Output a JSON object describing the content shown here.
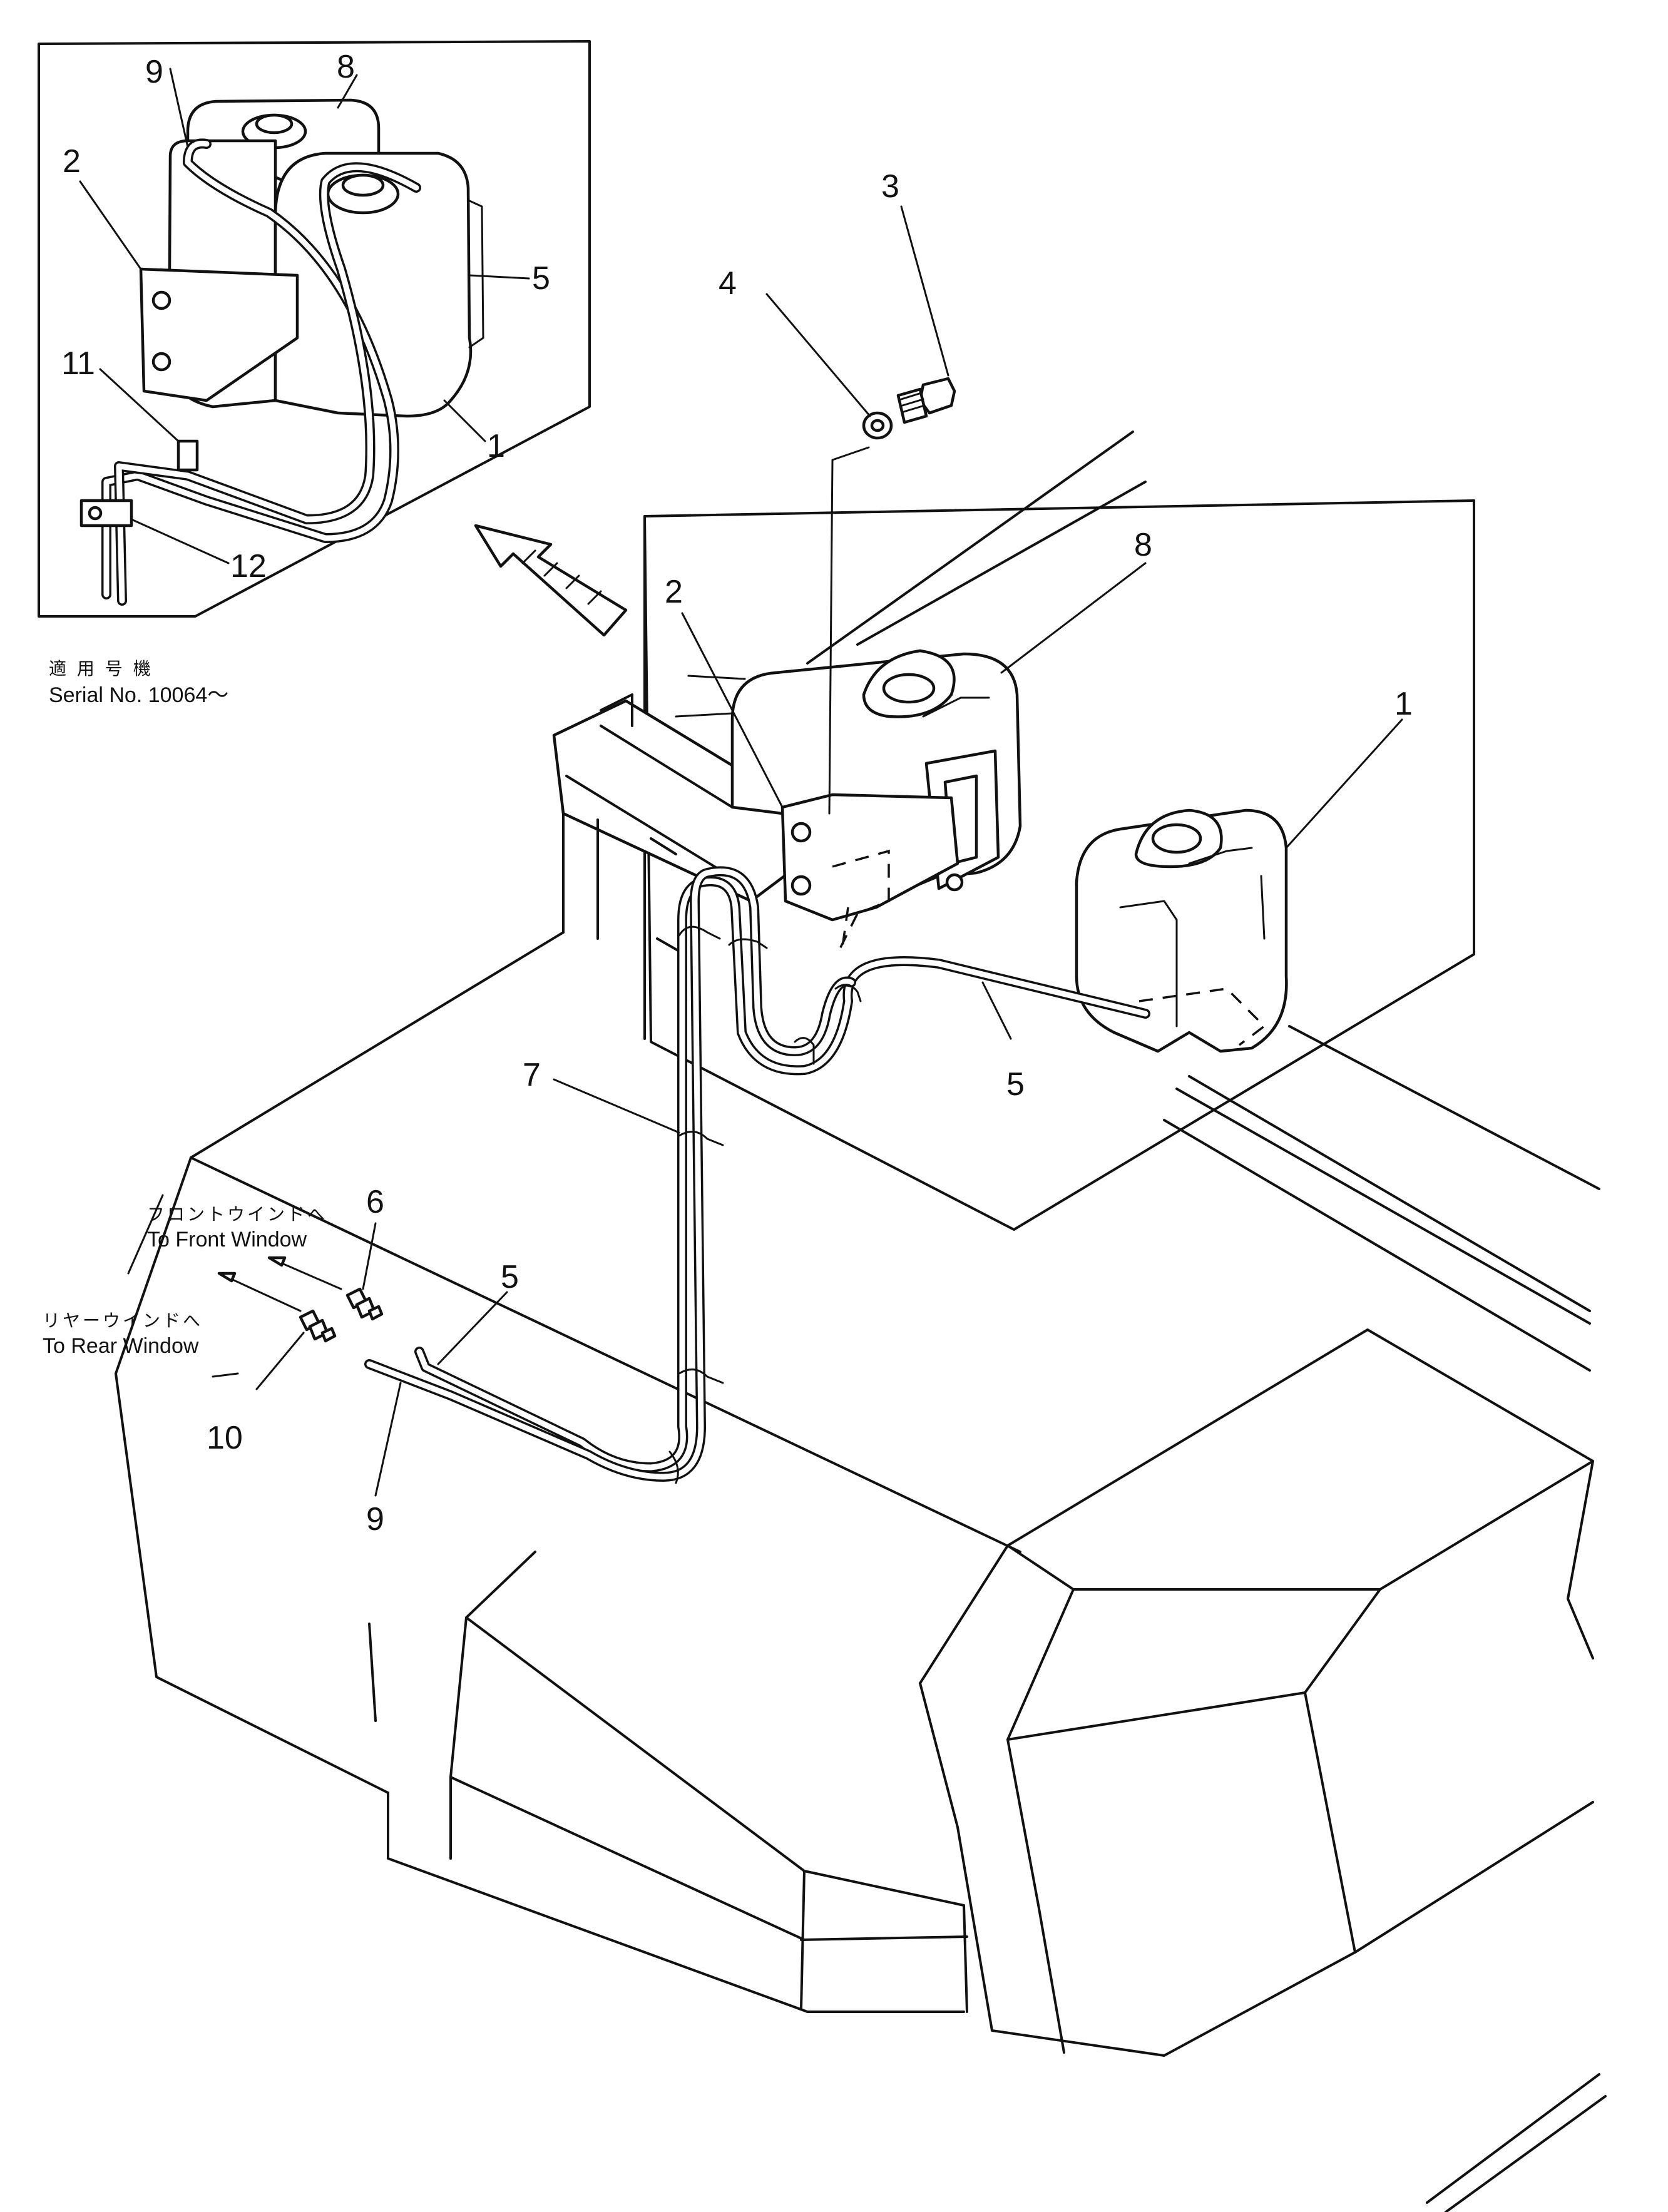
{
  "inset": {
    "applicability_jp": "適 用 号 機",
    "serial_label": "Serial No. 10064～"
  },
  "callouts": {
    "inset": [
      "9",
      "8",
      "2",
      "5",
      "11",
      "1",
      "12"
    ],
    "main": [
      "3",
      "4",
      "2",
      "8",
      "1",
      "5",
      "7",
      "6",
      "5",
      "10",
      "9"
    ]
  },
  "notes": {
    "front_window_jp": "フロントウインドへ",
    "front_window_en": "To Front Window",
    "rear_window_jp": "リヤーウインドへ",
    "rear_window_en": "To Rear Window"
  }
}
